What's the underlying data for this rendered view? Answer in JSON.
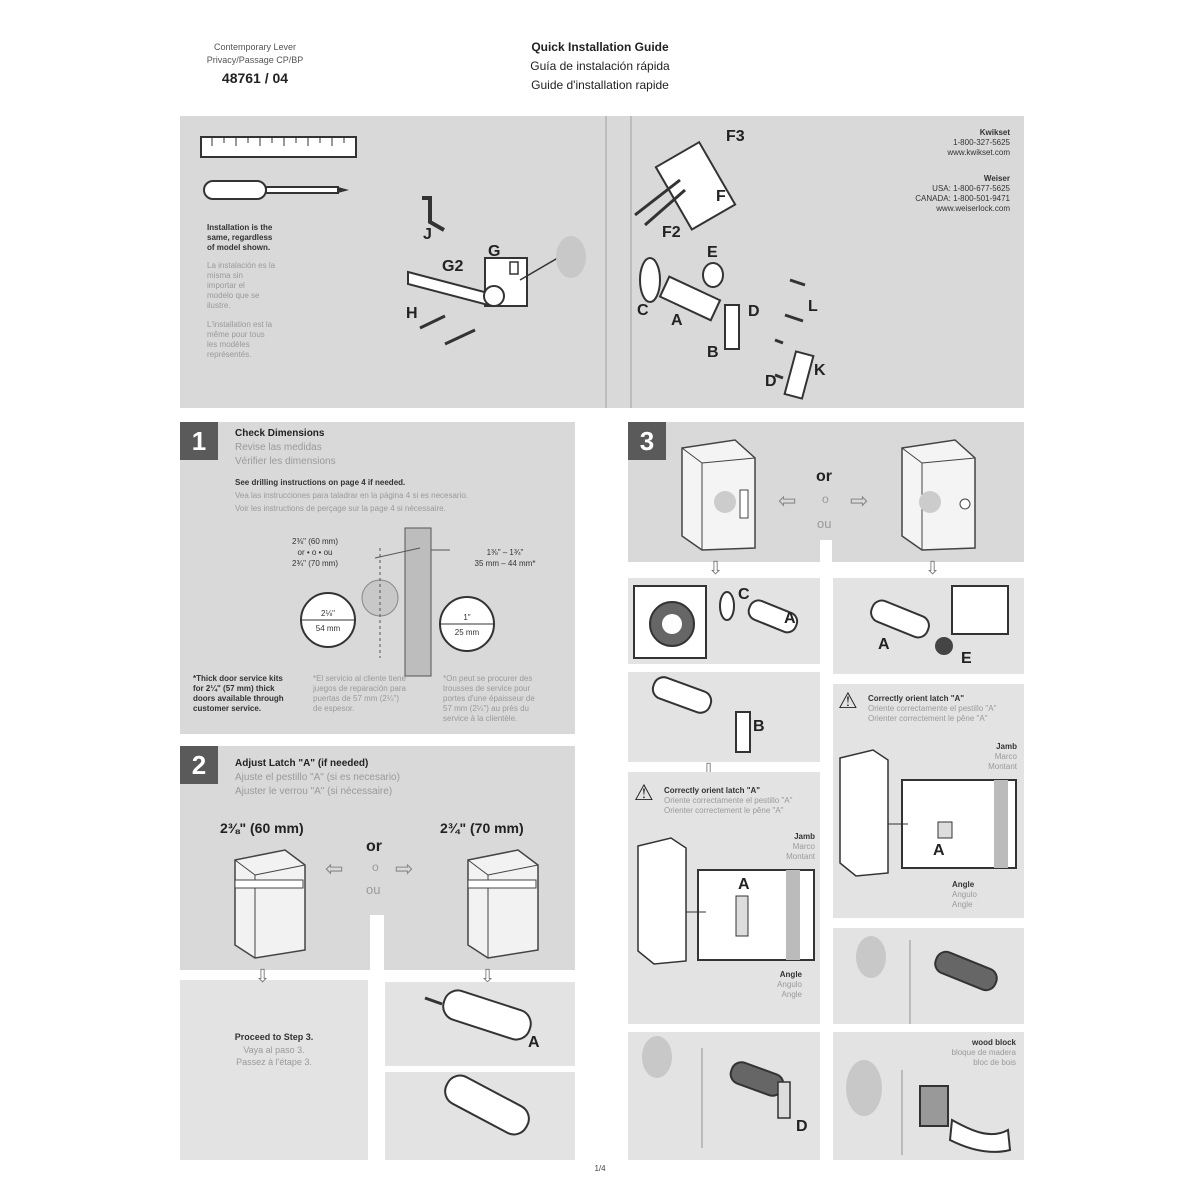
{
  "header": {
    "product_line1": "Contemporary Lever",
    "product_line2": "Privacy/Passage CP/BP",
    "model": "48761 / 04",
    "title_en": "Quick Installation Guide",
    "title_es": "Guía de instalación rápida",
    "title_fr": "Guide d'installation rapide"
  },
  "overview": {
    "note_en": [
      "Installation is the",
      "same, regardless",
      "of model shown."
    ],
    "note_es": [
      "La instalación es la",
      "misma sin",
      "importar el",
      "modelo que se",
      "ilustre."
    ],
    "note_fr": [
      "L'installation est la",
      "même pour tous",
      "les modèles",
      "représentés."
    ],
    "part_labels": [
      "J",
      "G",
      "G2",
      "H",
      "F3",
      "F",
      "F2",
      "E",
      "C",
      "A",
      "D",
      "B",
      "L",
      "D",
      "K"
    ],
    "contact": {
      "brand1": "Kwikset",
      "brand1_phone": "1-800-327-5625",
      "brand1_web": "www.kwikset.com",
      "brand2": "Weiser",
      "brand2_usa": "USA: 1-800-677-5625",
      "brand2_canada": "CANADA: 1-800-501-9471",
      "brand2_web": "www.weiserlock.com"
    }
  },
  "step1": {
    "number": "1",
    "title_en": "Check Dimensions",
    "title_es": "Revise las medidas",
    "title_fr": "Vérifier les dimensions",
    "drill_en": "See drilling instructions on page 4 if needed.",
    "drill_es": "Vea las instrucciones para taladrar en la página 4 si es necesario.",
    "drill_fr": "Voir les instructions de perçage sur la page 4 si nécessaire.",
    "backset": [
      "2⅜\" (60 mm)",
      "or • o • ou",
      "2¾\" (70 mm)"
    ],
    "door_thickness": [
      "1⅜\" – 1¾\"",
      "35 mm – 44 mm*"
    ],
    "bore_label": [
      "2⅛\"",
      "54 mm"
    ],
    "edge_bore_label": [
      "1\"",
      "25 mm"
    ],
    "footnote_en": [
      "*Thick door service kits",
      "for 2¼\" (57 mm) thick",
      "doors available through",
      "customer service."
    ],
    "footnote_es": [
      "*El servicio al cliente tiene",
      "juegos de reparación para",
      "puertas de 57 mm (2¼\")",
      "de espesor."
    ],
    "footnote_fr": [
      "*On peut se procurer des",
      "trousses de service pour",
      "portes d'une épaisseur de",
      "57 mm (2¼\") au près du",
      "service à la clientèle."
    ]
  },
  "step2": {
    "number": "2",
    "title_en": "Adjust Latch \"A\" (if needed)",
    "title_es": "Ajuste el pestillo \"A\" (si es necesario)",
    "title_fr": "Ajuster le verrou \"A\" (si nécessaire)",
    "option_left": "2⅜\" (60 mm)",
    "option_right": "2¾\" (70 mm)",
    "or_en": "or",
    "or_es": "o",
    "or_fr": "ou",
    "proceed_en": "Proceed to Step 3.",
    "proceed_es": "Vaya al paso 3.",
    "proceed_fr": "Passez à l'étape 3.",
    "label_a": "A"
  },
  "step3": {
    "number": "3",
    "or_en": "or",
    "or_es": "o",
    "or_fr": "ou",
    "labels": {
      "c": "C",
      "a": "A",
      "b": "B",
      "e": "E",
      "d": "D"
    },
    "orient_en": "Correctly orient latch \"A\"",
    "orient_es": "Oriente correctamente el pestillo \"A\"",
    "orient_fr": "Orienter correctement le pêne \"A\"",
    "jamb_en": "Jamb",
    "jamb_es": "Marco",
    "jamb_fr": "Montant",
    "angle_en": "Angle",
    "angle_es": "Angulo",
    "angle_fr": "Angle",
    "wood_en": "wood block",
    "wood_es": "bloque de madera",
    "wood_fr": "bloc de bois"
  },
  "footer": {
    "page": "1/4"
  }
}
